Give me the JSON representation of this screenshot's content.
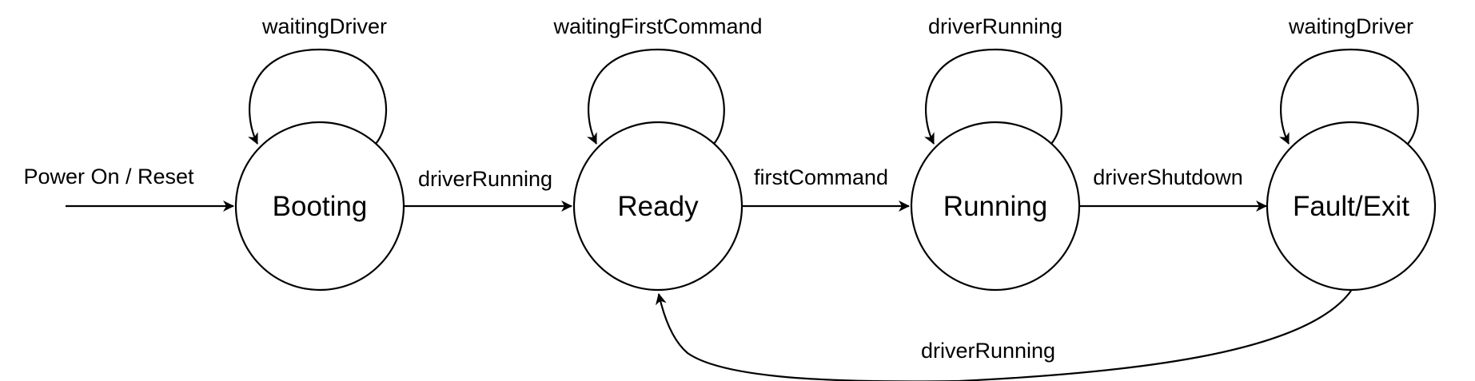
{
  "diagram": {
    "initial_transition": {
      "label": "Power On / Reset"
    },
    "states": {
      "booting": {
        "label": "Booting",
        "self_loop_label": "waitingDriver"
      },
      "ready": {
        "label": "Ready",
        "self_loop_label": "waitingFirstCommand"
      },
      "running": {
        "label": "Running",
        "self_loop_label": "driverRunning"
      },
      "fault": {
        "label": "Fault/Exit",
        "self_loop_label": "waitingDriver"
      }
    },
    "transitions": {
      "booting_to_ready": {
        "label": "driverRunning"
      },
      "ready_to_running": {
        "label": "firstCommand"
      },
      "running_to_fault": {
        "label": "driverShutdown"
      },
      "fault_to_ready": {
        "label": "driverRunning"
      }
    }
  }
}
